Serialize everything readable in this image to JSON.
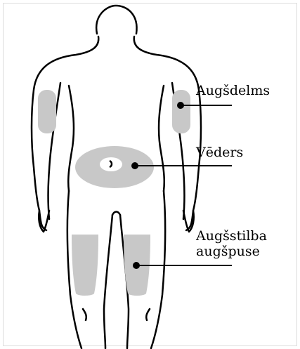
{
  "colors": {
    "outline": "#000000",
    "injection_area": "#c8c8c8",
    "frame_border": "#dcdcdc",
    "background": "#ffffff"
  },
  "labels": {
    "upper_arm": "Augšdelms",
    "abdomen": "Vēders",
    "thigh_line1": "Augšstilba",
    "thigh_line2": "augšpuse"
  }
}
